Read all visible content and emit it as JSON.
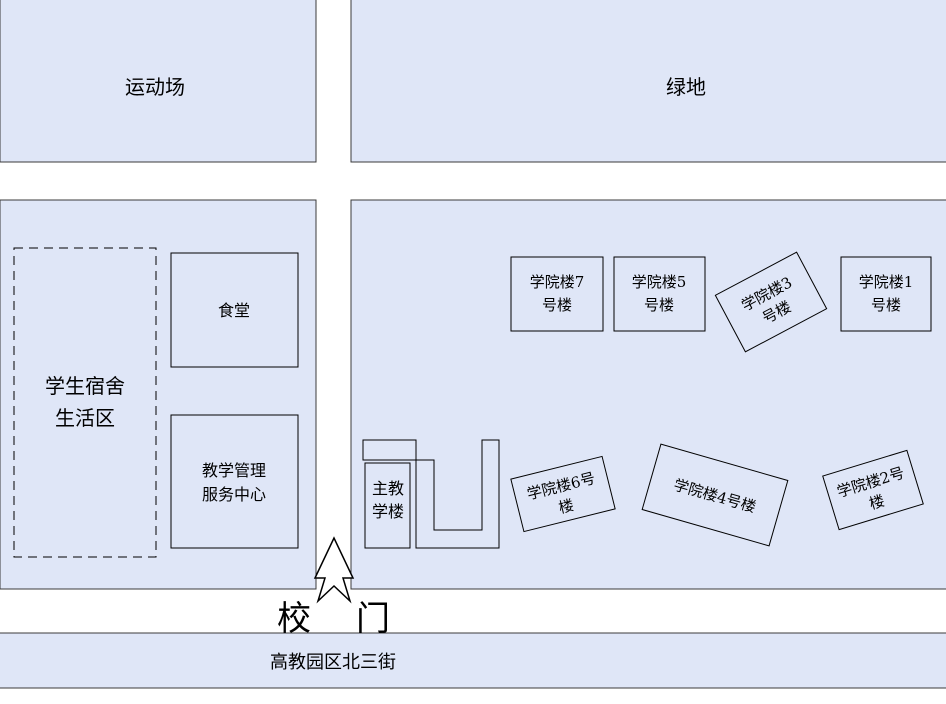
{
  "zones": {
    "sports_field": "运动场",
    "green_space": "绿地",
    "dormitory_line1": "学生宿舍",
    "dormitory_line2": "生活区",
    "canteen": "食堂",
    "admin_line1": "教学管理",
    "admin_line2": "服务中心"
  },
  "buildings": {
    "b7_line1": "学院楼7",
    "b7_line2": "号楼",
    "b5_line1": "学院楼5",
    "b5_line2": "号楼",
    "b3_line1": "学院楼3",
    "b3_line2": "号楼",
    "b1_line1": "学院楼1",
    "b1_line2": "号楼",
    "main_line1": "主教",
    "main_line2": "学楼",
    "b6_line1": "学院楼6号",
    "b6_line2": "楼",
    "b4": "学院楼4号楼",
    "b2_line1": "学院楼2号",
    "b2_line2": "楼"
  },
  "gate": {
    "char1": "校",
    "char2": "门"
  },
  "street": "高教园区北三街"
}
